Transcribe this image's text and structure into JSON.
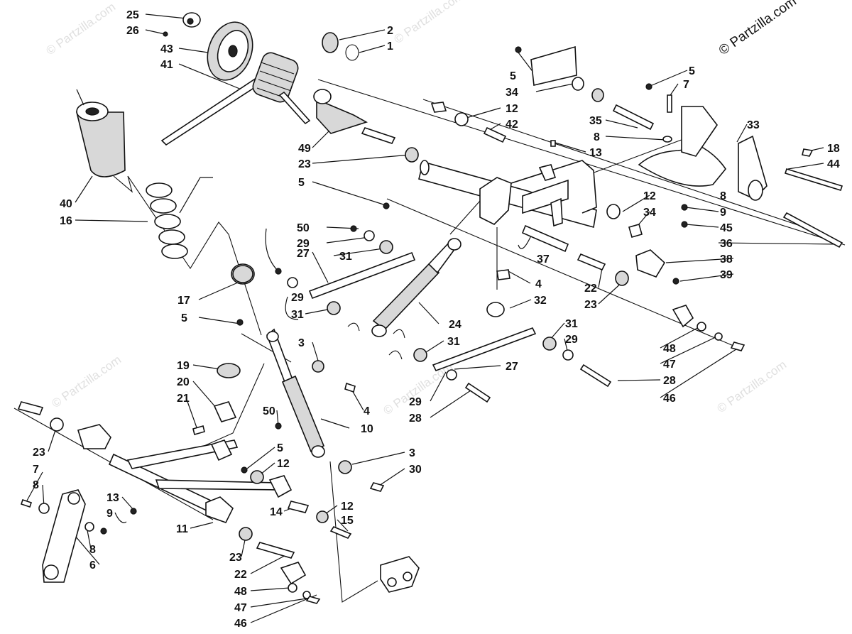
{
  "copyright": "© Partzilla.com",
  "watermark": "© Partzilla.com",
  "labels": [
    "25",
    "26",
    "43",
    "41",
    "2",
    "1",
    "5",
    "34",
    "12",
    "42",
    "5",
    "7",
    "35",
    "8",
    "13",
    "33",
    "18",
    "44",
    "49",
    "23",
    "40",
    "16",
    "5",
    "12",
    "34",
    "8",
    "9",
    "45",
    "36",
    "50",
    "29",
    "27",
    "31",
    "37",
    "38",
    "39",
    "4",
    "17",
    "5",
    "29",
    "31",
    "22",
    "23",
    "32",
    "24",
    "3",
    "19",
    "20",
    "21",
    "31",
    "27",
    "31",
    "29",
    "48",
    "47",
    "28",
    "46",
    "4",
    "29",
    "28",
    "50",
    "10",
    "5",
    "12",
    "3",
    "30",
    "23",
    "7",
    "8",
    "13",
    "9",
    "11",
    "14",
    "12",
    "15",
    "8",
    "6",
    "23",
    "22",
    "48",
    "47",
    "46"
  ]
}
